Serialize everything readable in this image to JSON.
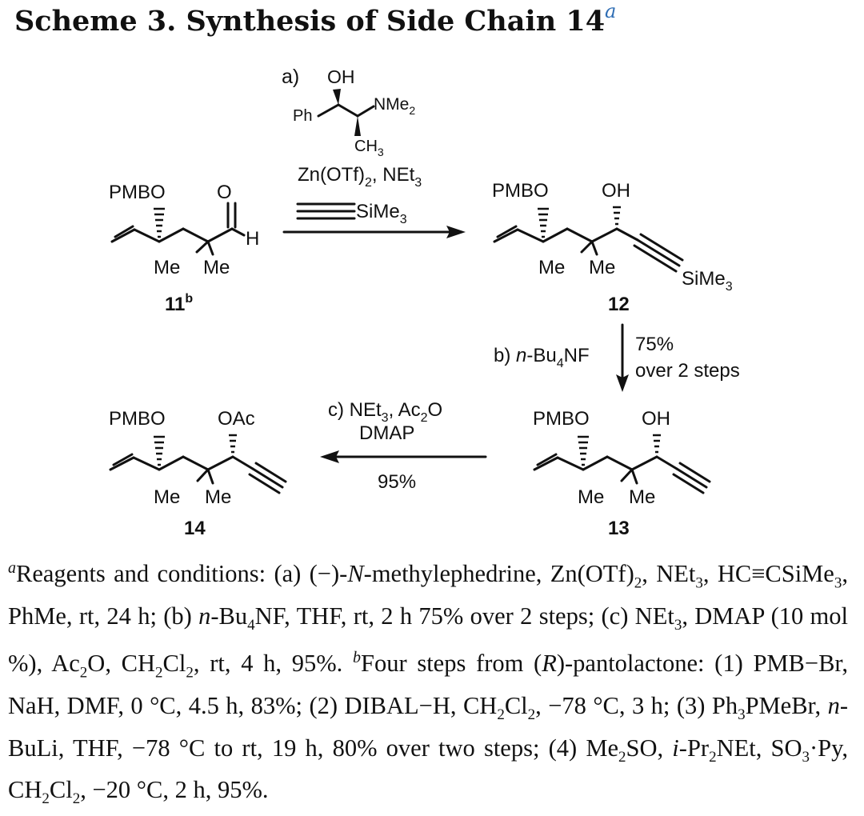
{
  "title": {
    "text": "Scheme 3. Synthesis of Side Chain 14",
    "marker": "a"
  },
  "scheme": {
    "step_a": {
      "label": "a)",
      "ligand": {
        "oh": "OH",
        "ph": "Ph",
        "nme2": "NMe",
        "nme2_sub": "2",
        "ch3": "CH",
        "ch3_sub": "3"
      },
      "reagents_line1": "Zn(OTf)",
      "reagents_line1_sub": "2",
      "reagents_line1_tail": ", NEt",
      "reagents_line1_sub2": "3",
      "alkyne_group": "SiMe",
      "alkyne_group_sub": "3"
    },
    "step_b": {
      "label": "b) ",
      "reagent_italic": "n",
      "reagent": "-Bu",
      "reagent_sub": "4",
      "reagent_tail": "NF",
      "yield": "75%",
      "yield_note": "over 2 steps"
    },
    "step_c": {
      "label": "c) NEt",
      "label_sub": "3",
      "label_tail": ", Ac",
      "label_sub2": "2",
      "label_tail2": "O",
      "line2": "DMAP",
      "yield": "95%"
    },
    "compounds": [
      {
        "id": "11",
        "sup": "b",
        "pmbo": "PMBO",
        "carbonyl_o": "O",
        "h": "H",
        "me1": "Me",
        "me2": "Me"
      },
      {
        "id": "12",
        "pmbo": "PMBO",
        "oh": "OH",
        "me1": "Me",
        "me2": "Me",
        "tms": "SiMe",
        "tms_sub": "3"
      },
      {
        "id": "13",
        "pmbo": "PMBO",
        "oh": "OH",
        "me1": "Me",
        "me2": "Me"
      },
      {
        "id": "14",
        "pmbo": "PMBO",
        "oac": "OAc",
        "me1": "Me",
        "me2": "Me"
      }
    ]
  },
  "footnote": {
    "a_marker": "a",
    "a_p1": "Reagents and conditions: (a) (−)-",
    "a_p2": "N",
    "a_p3": "-methylephedrine, Zn(OTf)",
    "a_p4": "2",
    "a_p5": ", NEt",
    "a_p6": "3",
    "a_p7": ", HC≡CSiMe",
    "a_p8": "3",
    "a_p9": ", PhMe, rt, 24 h; (b) ",
    "a_p10": "n",
    "a_p11": "-Bu",
    "a_p12": "4",
    "a_p13": "NF, THF, rt, 2 h 75% over 2 steps; (c) NEt",
    "a_p14": "3",
    "a_p15": ", DMAP (10 mol %), Ac",
    "a_p16": "2",
    "a_p17": "O, CH",
    "a_p18": "2",
    "a_p19": "Cl",
    "a_p20": "2",
    "a_p21": ", rt, 4 h, 95%. ",
    "b_marker": "b",
    "b_p1": "Four steps from (",
    "b_p2": "R",
    "b_p3": ")-pantolactone: (1) PMB−Br, NaH, DMF, 0 °C, 4.5 h, 83%; (2) DIBAL−H, CH",
    "b_p4": "2",
    "b_p5": "Cl",
    "b_p6": "2",
    "b_p7": ", −78 °C, 3 h; (3) Ph",
    "b_p8": "3",
    "b_p9": "PMeBr, ",
    "b_p10": "n",
    "b_p11": "-BuLi, THF, −78 °C to rt, 19 h, 80% over two steps; (4) Me",
    "b_p12": "2",
    "b_p13": "SO, ",
    "b_p14": "i",
    "b_p15": "-Pr",
    "b_p16": "2",
    "b_p17": "NEt, SO",
    "b_p18": "3",
    "b_p19": "·Py, CH",
    "b_p20": "2",
    "b_p21": "Cl",
    "b_p22": "2",
    "b_p23": ", −20 °C, 2 h, 95%."
  }
}
